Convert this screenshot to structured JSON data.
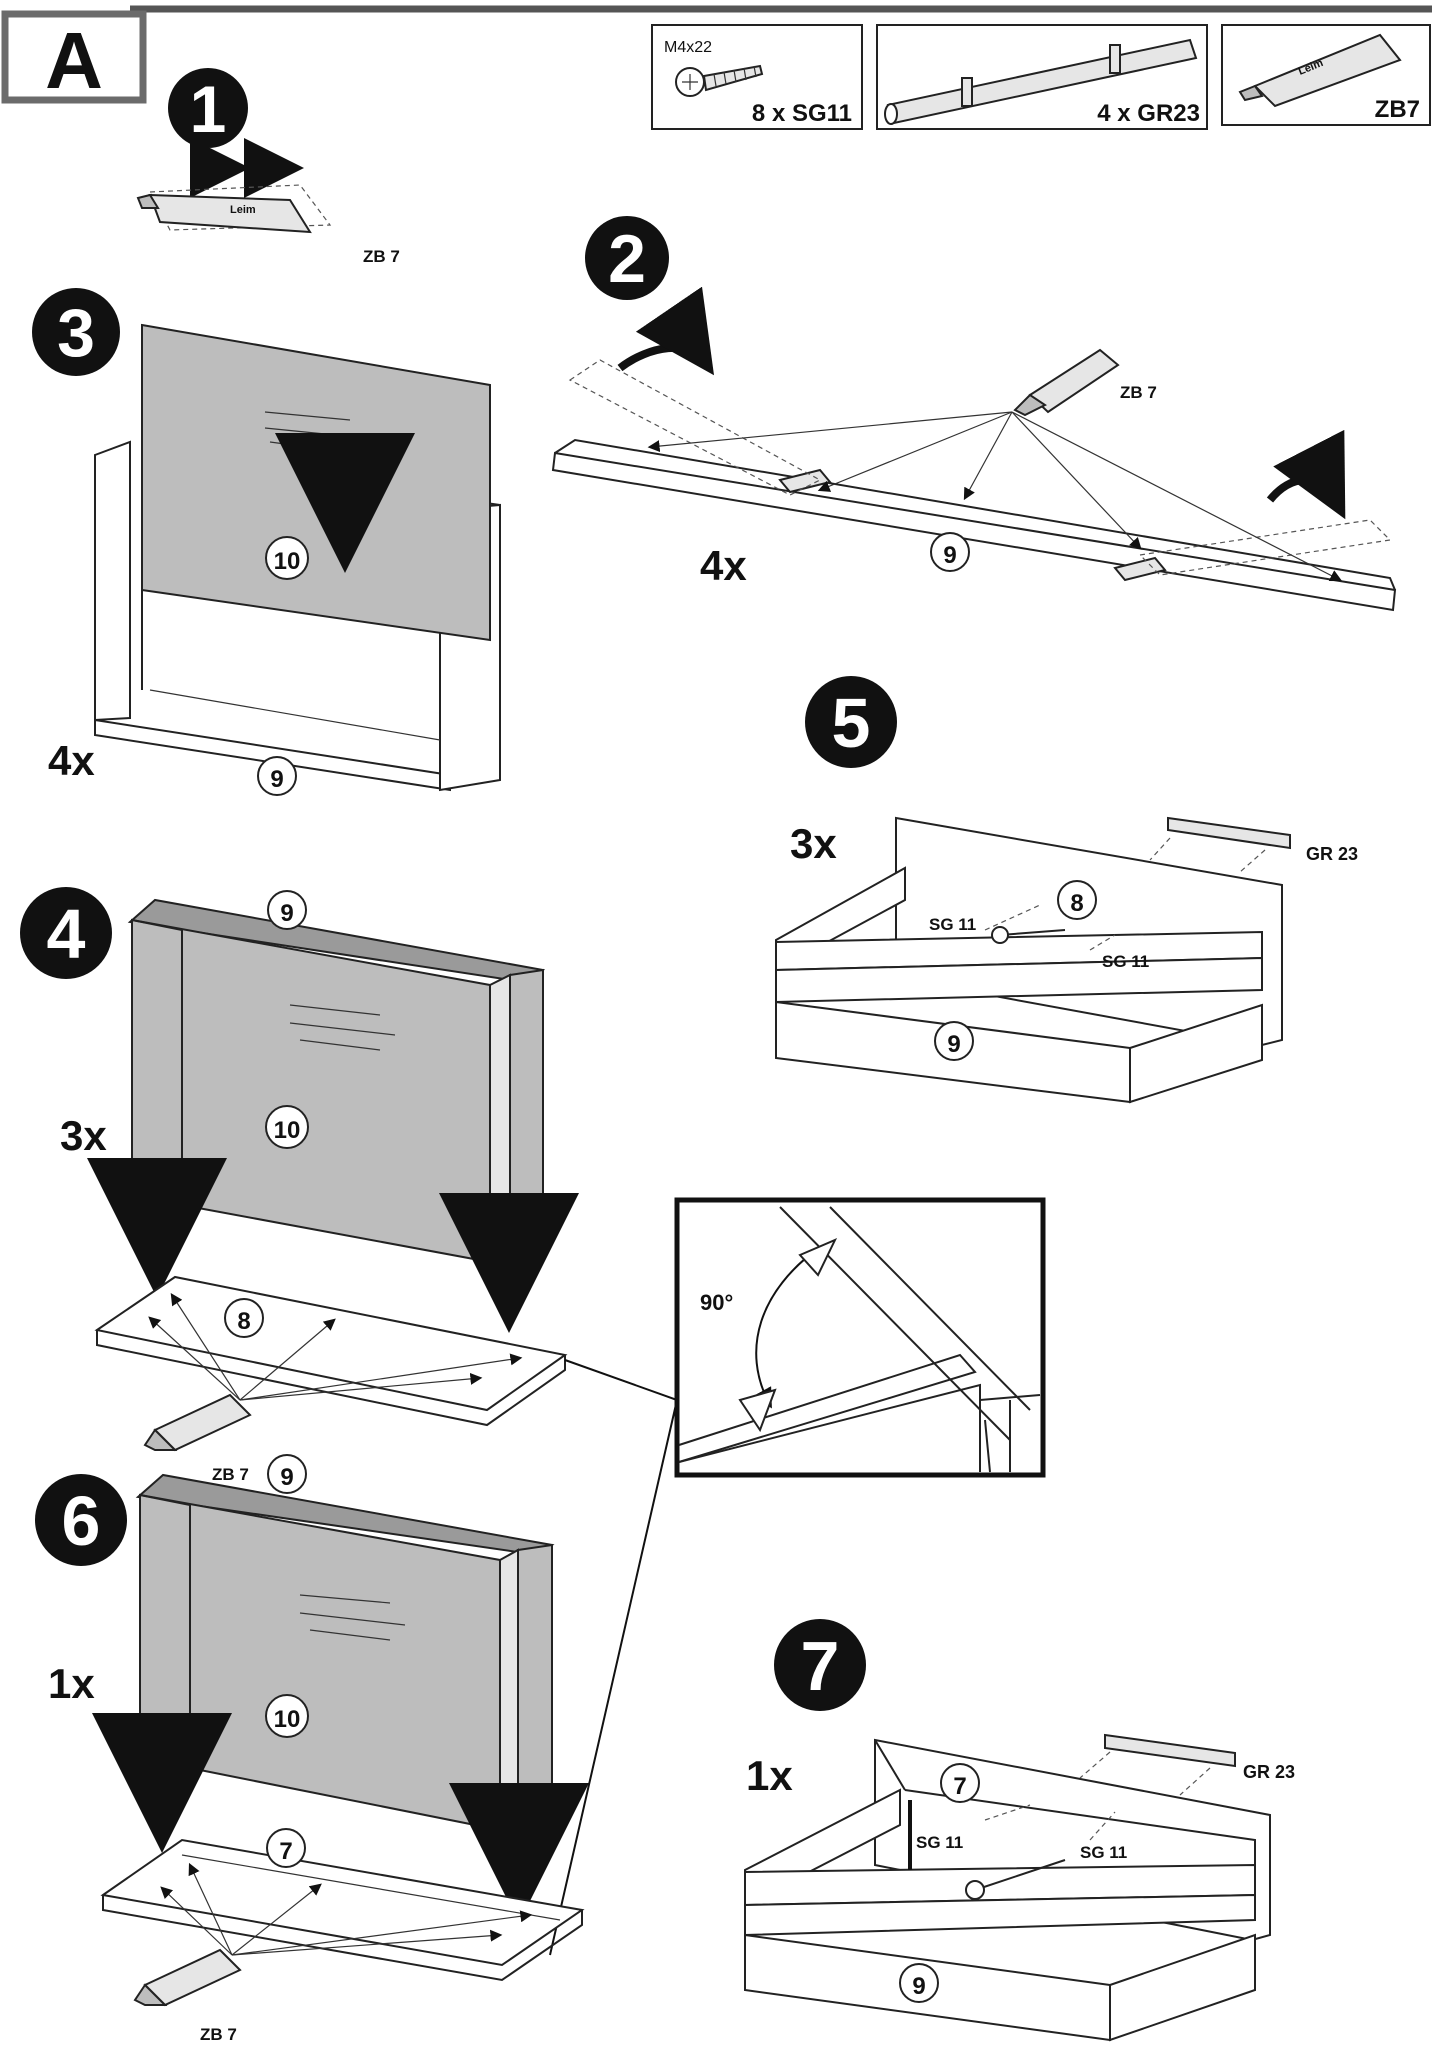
{
  "section_letter": "A",
  "parts": [
    {
      "size": "M4x22",
      "label": "8 x SG11",
      "icon": "screw-icon"
    },
    {
      "label": "4 x GR23",
      "icon": "handle-bar-icon"
    },
    {
      "label": "ZB7",
      "icon": "glue-tube-icon"
    }
  ],
  "glue_label": "ZB 7",
  "step1": {
    "number": "1"
  },
  "step2": {
    "number": "2",
    "multiplier": "4x",
    "part": "9"
  },
  "step3": {
    "number": "3",
    "multiplier": "4x",
    "part_panel": "10",
    "part_base": "9"
  },
  "step4": {
    "number": "4",
    "multiplier": "3x",
    "part_top": "9",
    "part_panel": "10",
    "part_bottom": "8"
  },
  "step5": {
    "number": "5",
    "multiplier": "3x",
    "part_back": "8",
    "part_front": "9",
    "handle": "GR 23",
    "screw": "SG 11"
  },
  "step6": {
    "number": "6",
    "multiplier": "1x",
    "part_top": "9",
    "part_panel": "10",
    "part_bottom": "7"
  },
  "step7": {
    "number": "7",
    "multiplier": "1x",
    "part_back": "7",
    "part_front": "9",
    "handle": "GR 23",
    "screw": "SG 11"
  },
  "detail": {
    "angle": "90°"
  }
}
